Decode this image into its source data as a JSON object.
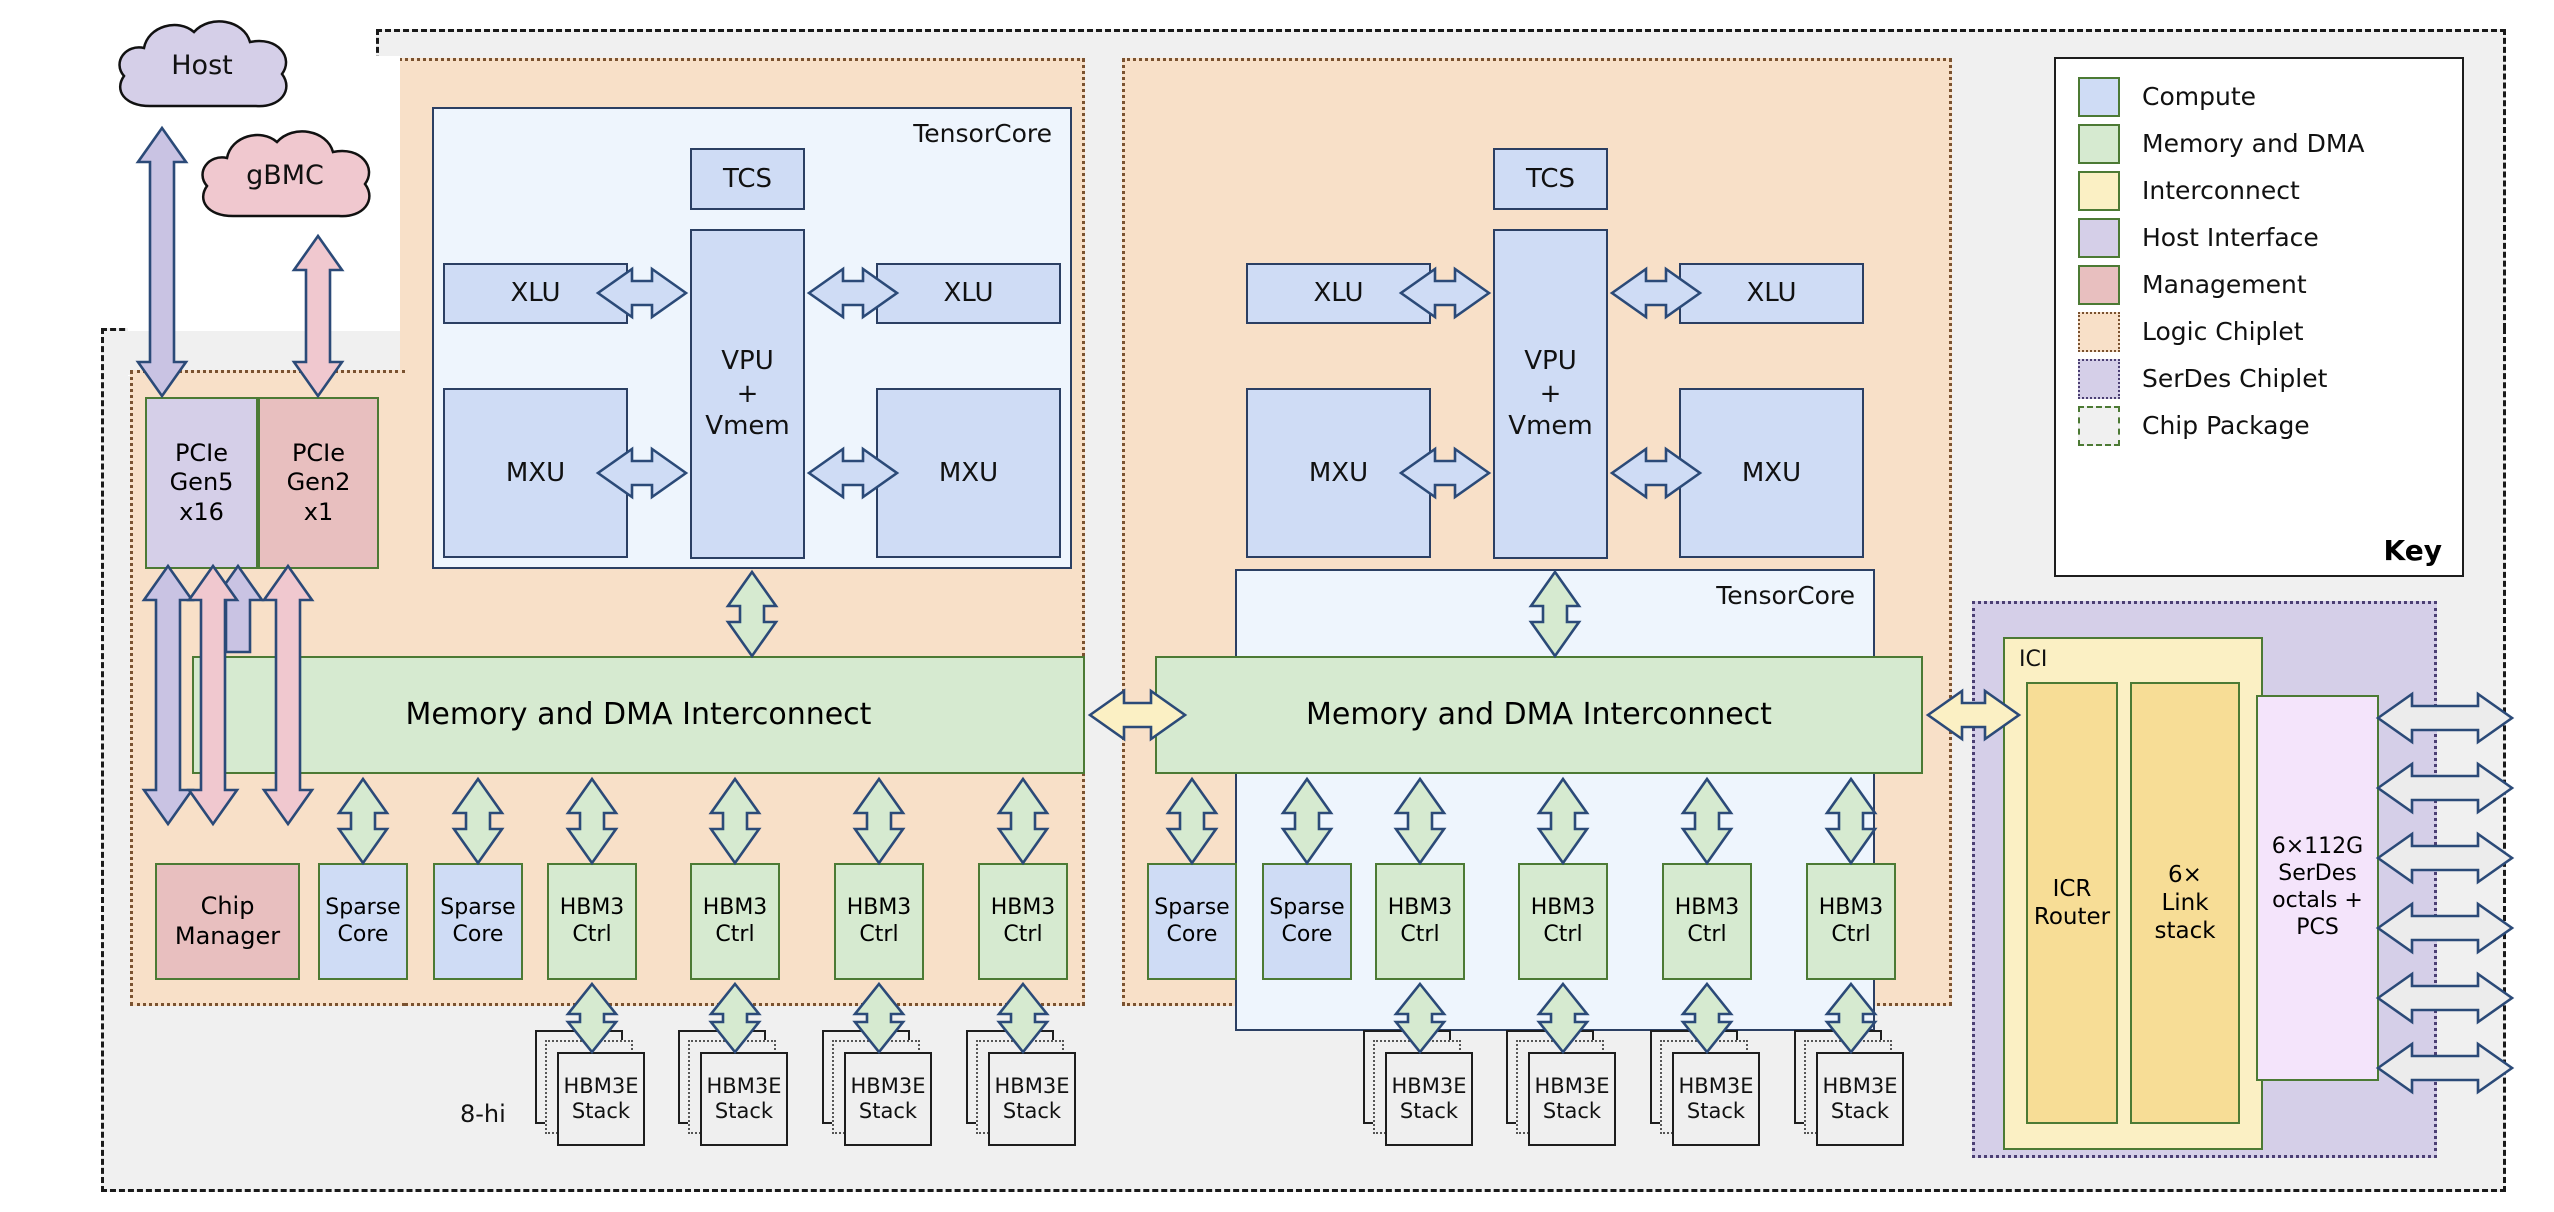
{
  "diagram": {
    "title": "TPU chip package block diagram",
    "external_nodes": [
      {
        "name": "host-cloud",
        "label": "Host",
        "color": "#d5cfe8"
      },
      {
        "name": "gbmc-cloud",
        "label": "gBMC",
        "color": "#f0c8cf"
      }
    ],
    "annotations": [
      {
        "name": "hbm-height-label",
        "label": "8-hi"
      }
    ]
  },
  "tensorcores": [
    {
      "title": "TensorCore",
      "blocks": {
        "tcs": "TCS",
        "vpu": "VPU\n+\nVmem",
        "vpu_lines": [
          "VPU",
          "+",
          "Vmem"
        ],
        "xlu_left": "XLU",
        "xlu_right": "XLU",
        "mxu_left": "MXU",
        "mxu_right": "MXU"
      }
    },
    {
      "title": "TensorCore",
      "blocks": {
        "tcs": "TCS",
        "vpu": "VPU\n+\nVmem",
        "vpu_lines": [
          "VPU",
          "+",
          "Vmem"
        ],
        "xlu_left": "XLU",
        "xlu_right": "XLU",
        "mxu_left": "MXU",
        "mxu_right": "MXU"
      }
    }
  ],
  "host_interface": {
    "pcie_gen5": {
      "lines": [
        "PCIe",
        "Gen5",
        "x16"
      ]
    },
    "pcie_gen2": {
      "lines": [
        "PCIe",
        "Gen2",
        "x1"
      ]
    }
  },
  "chip_manager": {
    "lines": [
      "Chip",
      "Manager"
    ]
  },
  "interconnects": [
    {
      "label": "Memory and DMA Interconnect"
    },
    {
      "label": "Memory and DMA Interconnect"
    }
  ],
  "left_chiplet_bottom_row": [
    {
      "name": "chip-manager",
      "lines": [
        "Chip",
        "Manager"
      ],
      "kind": "mgmt"
    },
    {
      "name": "sparse-core-1",
      "lines": [
        "Sparse",
        "Core"
      ],
      "kind": "compute"
    },
    {
      "name": "sparse-core-2",
      "lines": [
        "Sparse",
        "Core"
      ],
      "kind": "compute"
    },
    {
      "name": "hbm3-ctrl-1",
      "lines": [
        "HBM3",
        "Ctrl"
      ],
      "kind": "memory"
    },
    {
      "name": "hbm3-ctrl-2",
      "lines": [
        "HBM3",
        "Ctrl"
      ],
      "kind": "memory"
    },
    {
      "name": "hbm3-ctrl-3",
      "lines": [
        "HBM3",
        "Ctrl"
      ],
      "kind": "memory"
    },
    {
      "name": "hbm3-ctrl-4",
      "lines": [
        "HBM3",
        "Ctrl"
      ],
      "kind": "memory"
    }
  ],
  "right_chiplet_bottom_row": [
    {
      "name": "sparse-core-3",
      "lines": [
        "Sparse",
        "Core"
      ],
      "kind": "compute"
    },
    {
      "name": "sparse-core-4",
      "lines": [
        "Sparse",
        "Core"
      ],
      "kind": "compute"
    },
    {
      "name": "hbm3-ctrl-5",
      "lines": [
        "HBM3",
        "Ctrl"
      ],
      "kind": "memory"
    },
    {
      "name": "hbm3-ctrl-6",
      "lines": [
        "HBM3",
        "Ctrl"
      ],
      "kind": "memory"
    },
    {
      "name": "hbm3-ctrl-7",
      "lines": [
        "HBM3",
        "Ctrl"
      ],
      "kind": "memory"
    },
    {
      "name": "hbm3-ctrl-8",
      "lines": [
        "HBM3",
        "Ctrl"
      ],
      "kind": "memory"
    }
  ],
  "hbm_stacks": [
    {
      "lines": [
        "HBM3E",
        "Stack"
      ]
    },
    {
      "lines": [
        "HBM3E",
        "Stack"
      ]
    },
    {
      "lines": [
        "HBM3E",
        "Stack"
      ]
    },
    {
      "lines": [
        "HBM3E",
        "Stack"
      ]
    },
    {
      "lines": [
        "HBM3E",
        "Stack"
      ]
    },
    {
      "lines": [
        "HBM3E",
        "Stack"
      ]
    },
    {
      "lines": [
        "HBM3E",
        "Stack"
      ]
    },
    {
      "lines": [
        "HBM3E",
        "Stack"
      ]
    }
  ],
  "ici": {
    "group_label": "ICI",
    "icr_router": {
      "lines": [
        "ICR",
        "Router"
      ]
    },
    "link_stack": {
      "lines": [
        "6×",
        "Link",
        "stack"
      ]
    },
    "serdes": {
      "lines": [
        "6×112G",
        "SerDes",
        "octals +",
        "PCS"
      ]
    },
    "serdes_port_count": 6
  },
  "legend": {
    "title": "Key",
    "items": [
      {
        "label": "Compute",
        "swatch": "#cfdcf5",
        "style": "solid"
      },
      {
        "label": "Memory and DMA",
        "swatch": "#d6ead0",
        "style": "solid"
      },
      {
        "label": "Interconnect",
        "swatch": "#fbf0c4",
        "style": "solid"
      },
      {
        "label": "Host Interface",
        "swatch": "#d5cfe8",
        "style": "solid"
      },
      {
        "label": "Management",
        "swatch": "#e8bfbf",
        "style": "solid"
      },
      {
        "label": "Logic Chiplet",
        "swatch": "#f8e0c8",
        "style": "dotted-brown"
      },
      {
        "label": "SerDes Chiplet",
        "swatch": "#d5cfe8",
        "style": "dotted-violet"
      },
      {
        "label": "Chip Package",
        "swatch": "#f0f0f0",
        "style": "dashdot"
      }
    ]
  },
  "colors": {
    "compute": "#cfdcf5",
    "memory": "#d6ead0",
    "interconnect": "#fbf0c4",
    "host_interface": "#d5cfe8",
    "management": "#e8bfbf",
    "logic_chiplet": "#f8e0c8",
    "serdes_chiplet": "#d5cfe8",
    "chip_package": "#f0f0f0",
    "arrow_outline": "#2b4a78",
    "block_outline": "#4c7a34"
  }
}
